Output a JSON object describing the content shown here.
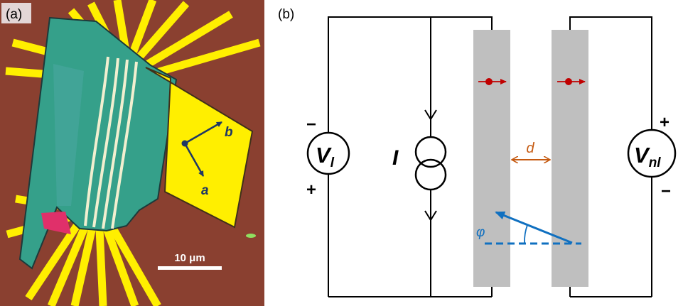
{
  "panel_a": {
    "label": "(a)",
    "axis_b": "b",
    "axis_a": "a",
    "scale_bar": "10 μm"
  },
  "panel_b": {
    "label": "(b)",
    "vl_main": "V",
    "vl_sub": "l",
    "vl_minus": "−",
    "vl_plus": "+",
    "current": "I",
    "d": "d",
    "phi": "φ",
    "vnl_main": "V",
    "vnl_sub": "nl",
    "vnl_plus": "+",
    "vnl_minus": "−"
  },
  "colors": {
    "substrate": "#8a4030",
    "gold": "#ffef00",
    "flake": "#35a08a",
    "strip": "#bfbfbf",
    "spin": "#c00000",
    "angle": "#1070c0",
    "distance": "#c55a11",
    "axis_arrow": "#1f3864"
  }
}
